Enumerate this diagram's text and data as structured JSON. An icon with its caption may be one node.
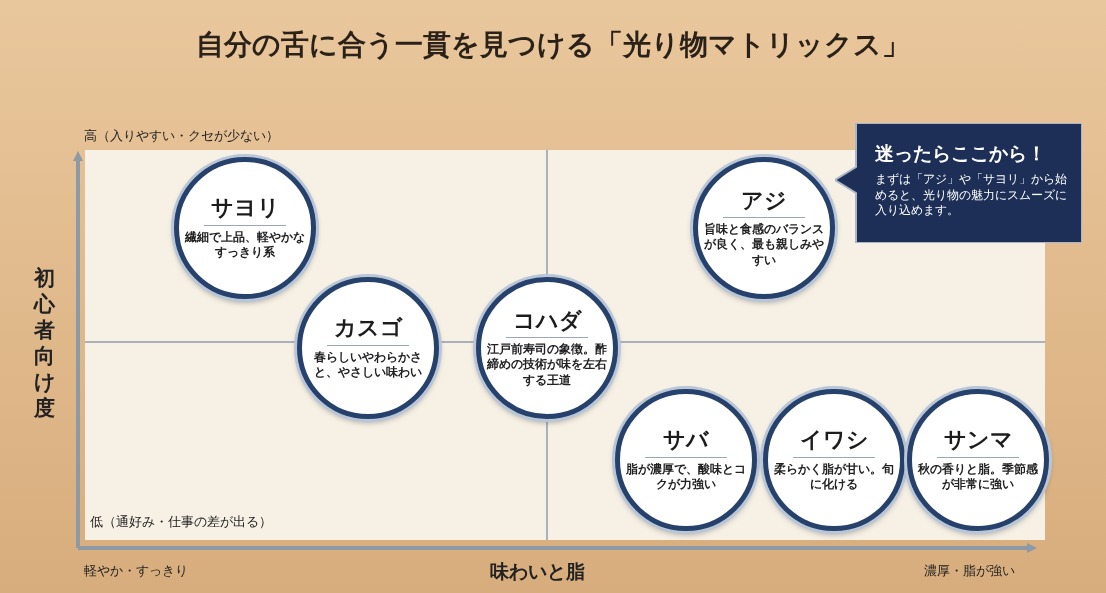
{
  "diagram": {
    "title": "自分の舌に合う一貫を見つける「光り物マトリックス」",
    "nodes": [
      {
        "text": [
          "サヨリ",
          "繊細で上品、軽やかなすっきり系"
        ]
      },
      {
        "text": [
          "アジ",
          "旨味と食感のバランスが良く、最も親しみやすい"
        ]
      },
      {
        "text": [
          "迷ったらここから！",
          "まずは「アジ」や「サヨリ」から始めると、光り物の魅力にスムーズに入り込めます。"
        ]
      },
      {
        "text": [
          "カスゴ",
          "春らしいやわらかさと、やさしい味わい"
        ]
      },
      {
        "text": [
          "コハダ",
          "江戸前寿司の象徴。酢締めの技術が味を左右する王道"
        ]
      },
      {
        "text": [
          "サバ",
          "脂が濃厚で、酸味とコクが力強い"
        ]
      },
      {
        "text": [
          "イワシ",
          "柔らかく脂が甘い。旬に化ける"
        ]
      },
      {
        "text": [
          "サンマ",
          "秋の香りと脂。季節感が非常に強い"
        ]
      }
    ],
    "labels": [
      "高（入りやすい・クセが少ない）",
      "初心者向け度",
      "低（通好み・仕事の差が出る）",
      "軽やか・すっきり",
      "味わいと脂",
      "濃厚・脂が強い"
    ]
  }
}
